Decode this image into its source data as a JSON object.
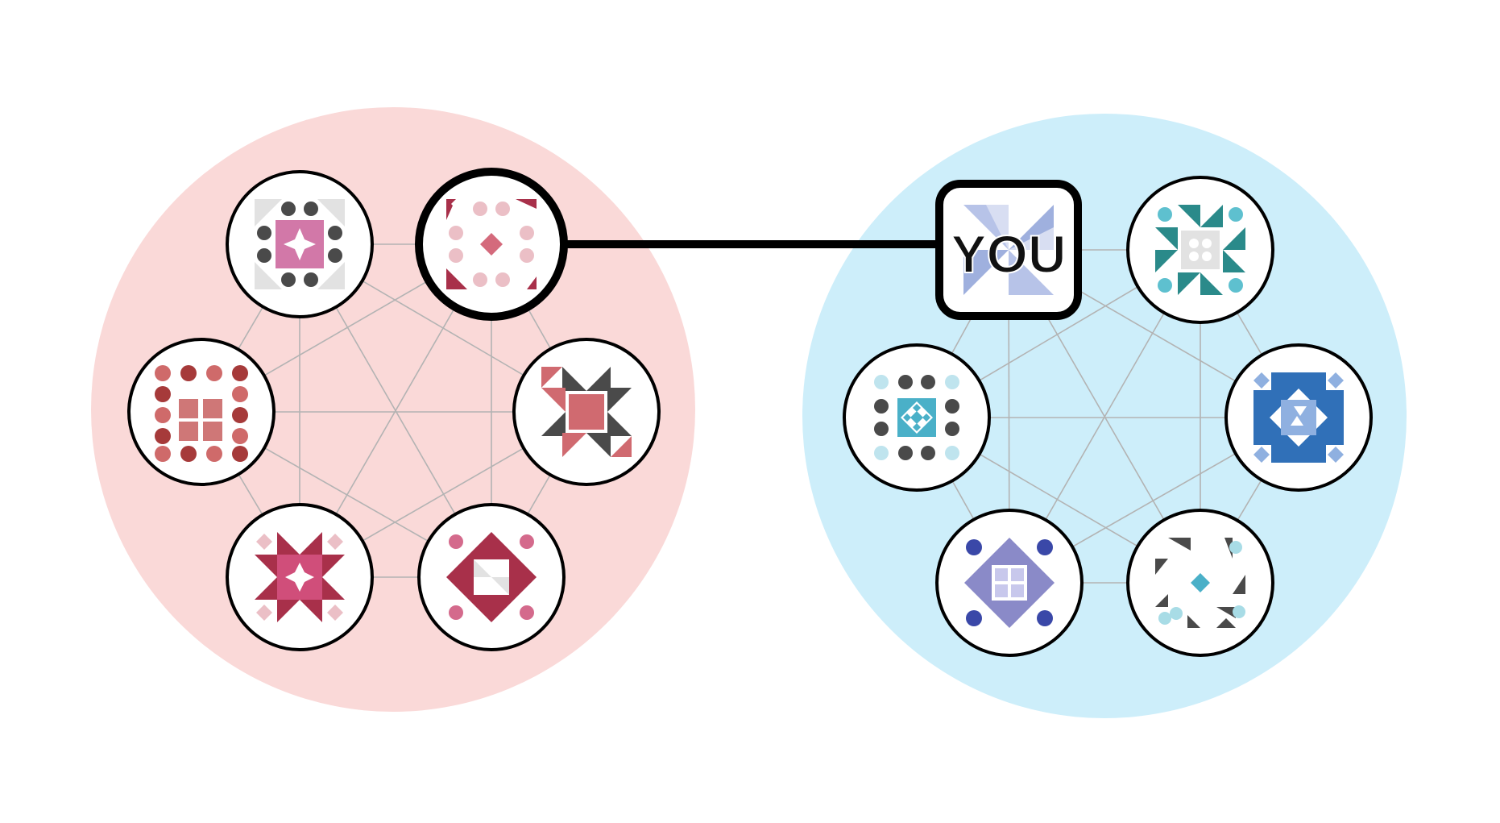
{
  "diagram": {
    "you_label": "YOU",
    "colors": {
      "left_community_bg": "#fad9d8",
      "right_community_bg": "#cdeefa",
      "edge": "#b3b3b3",
      "bridge": "#000000",
      "node_fill": "#ffffff",
      "node_stroke": "#000000"
    },
    "communities": [
      {
        "name": "left-community",
        "nodes": [
          {
            "id": "L1",
            "pattern": "pink-star-with-dark-dots"
          },
          {
            "id": "L2",
            "pattern": "pink-dots-diamond",
            "highlighted": true
          },
          {
            "id": "L3",
            "pattern": "red-dot-grid"
          },
          {
            "id": "L4",
            "pattern": "dark-arrows-red-square"
          },
          {
            "id": "L5",
            "pattern": "crimson-star-pink-diamonds"
          },
          {
            "id": "L6",
            "pattern": "crimson-diamond-pinwheel"
          }
        ]
      },
      {
        "name": "right-community",
        "nodes": [
          {
            "id": "R1",
            "pattern": "blue-pinwheel-you",
            "is_you": true
          },
          {
            "id": "R2",
            "pattern": "teal-arrows-grey-square"
          },
          {
            "id": "R3",
            "pattern": "teal-diamond-dark-dots"
          },
          {
            "id": "R4",
            "pattern": "blue-diamond-square"
          },
          {
            "id": "R5",
            "pattern": "lavender-diamond-window"
          },
          {
            "id": "R6",
            "pattern": "scattered-triangles-teal"
          }
        ]
      }
    ],
    "bridge": {
      "from": "L2",
      "to": "R1"
    }
  }
}
